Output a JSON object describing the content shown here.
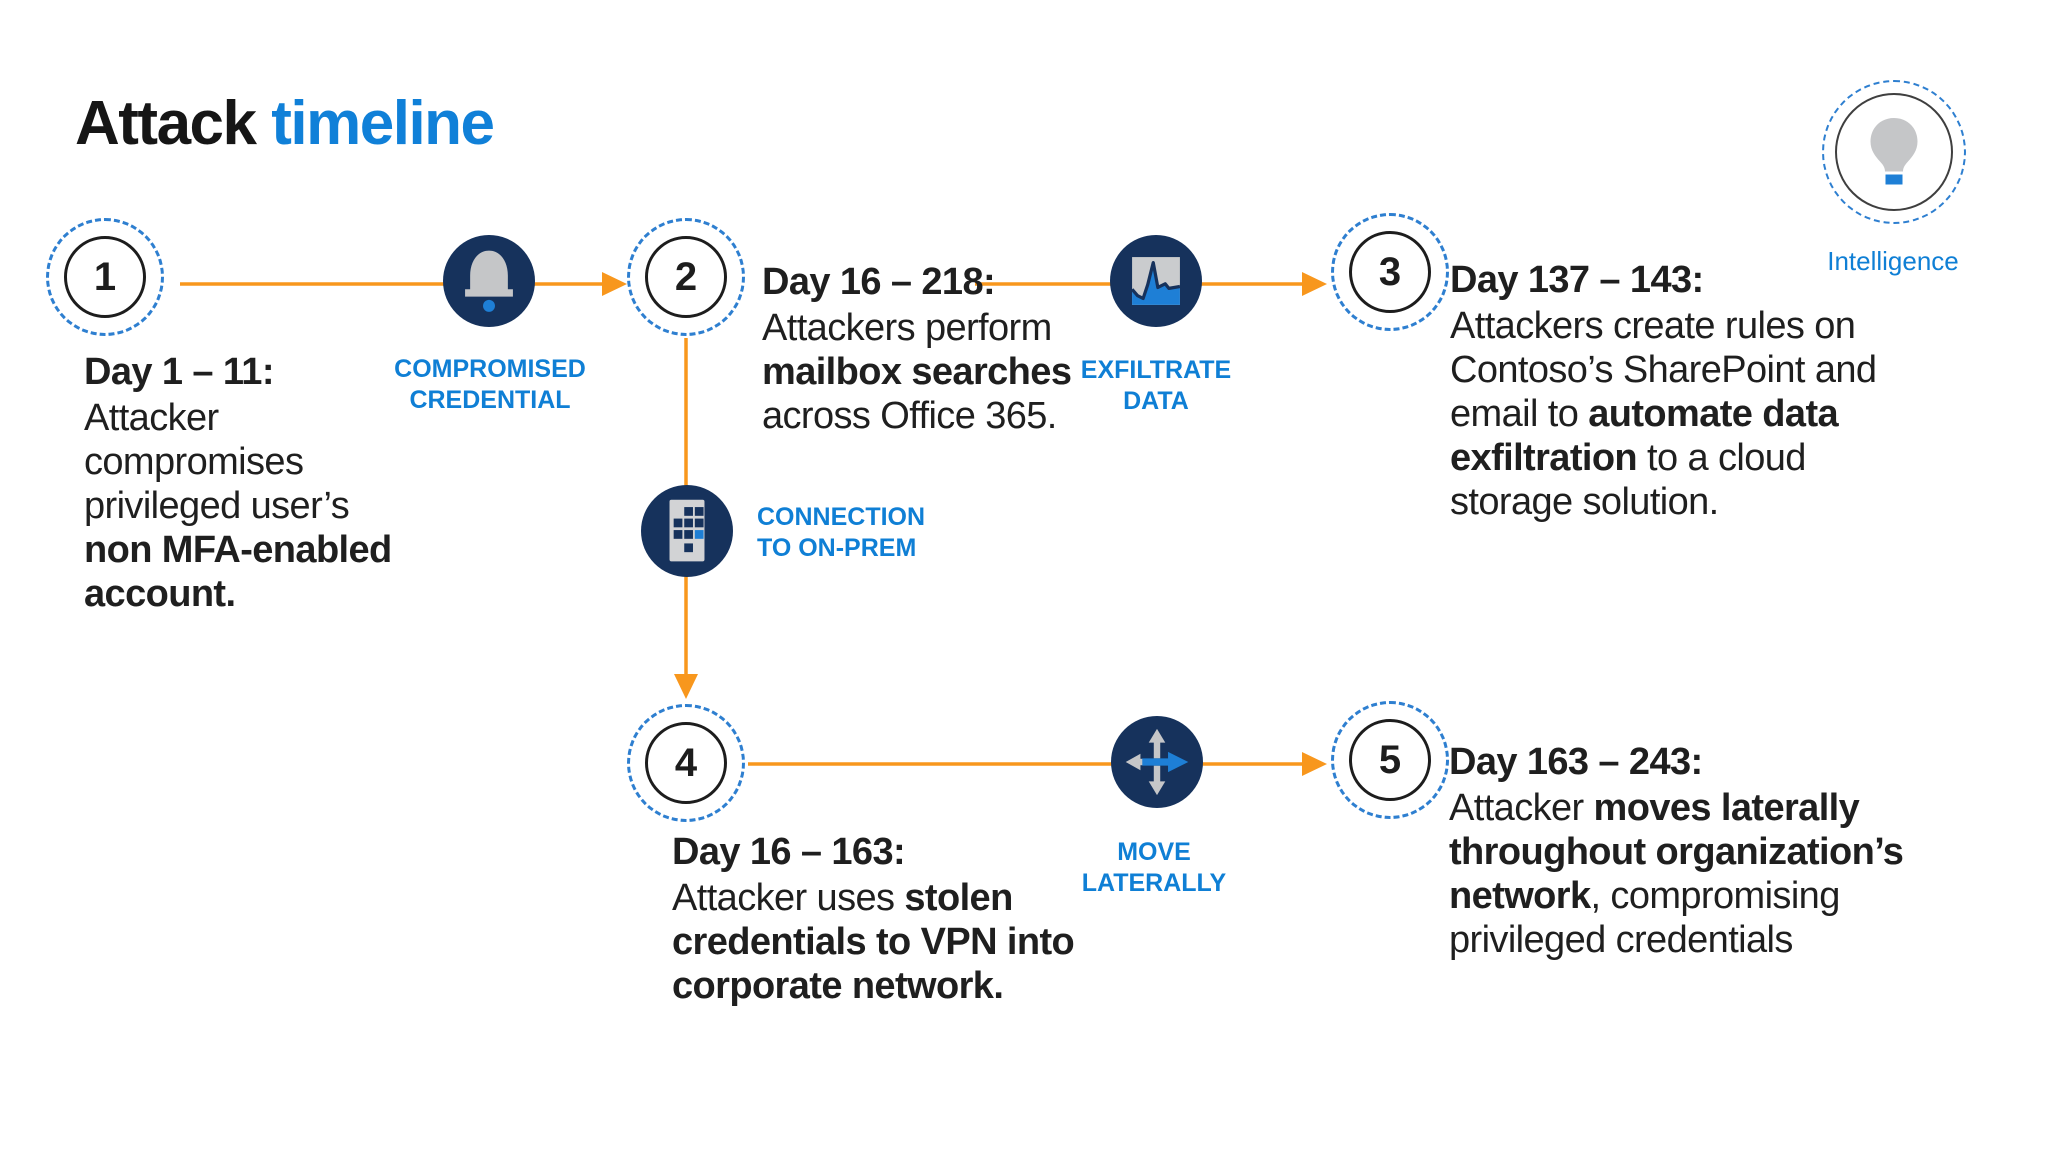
{
  "title": {
    "part1": "Attack ",
    "part2": "timeline"
  },
  "colors": {
    "navy_icon_circle": "#16325c",
    "connector_orange": "#f8971d",
    "node_dashed_blue": "#2e7fd0",
    "label_blue": "#0f7fd5",
    "title_accent_blue": "#1080d8",
    "body_text": "#1d1d1d",
    "icon_gray": "#c5c6c8",
    "icon_accent_blue": "#1e7fd6"
  },
  "nodes": [
    "1",
    "2",
    "3",
    "4",
    "5"
  ],
  "steps": [
    {
      "heading": "Day 1 – 11:",
      "body": [
        {
          "t": "Attacker"
        },
        {
          "br": true
        },
        {
          "t": "compromises"
        },
        {
          "br": true
        },
        {
          "t": "privileged user’s"
        },
        {
          "br": true
        },
        {
          "t": "non MFA-enabled",
          "b": true
        },
        {
          "br": true
        },
        {
          "t": "account.",
          "b": true
        }
      ]
    },
    {
      "heading": "Day 16 – 218:",
      "body": [
        {
          "t": "Attackers perform"
        },
        {
          "br": true
        },
        {
          "t": "mailbox searches",
          "b": true
        },
        {
          "br": true
        },
        {
          "t": "across Office 365."
        }
      ]
    },
    {
      "heading": "Day 137 – 143:",
      "body": [
        {
          "t": "Attackers create rules on"
        },
        {
          "br": true
        },
        {
          "t": "Contoso’s SharePoint and"
        },
        {
          "br": true
        },
        {
          "t": "email to "
        },
        {
          "t": "automate data",
          "b": true
        },
        {
          "br": true
        },
        {
          "t": "exfiltration",
          "b": true
        },
        {
          "t": " to a cloud"
        },
        {
          "br": true
        },
        {
          "t": "storage solution."
        }
      ]
    },
    {
      "heading": "Day 16 – 163:",
      "body": [
        {
          "t": "Attacker uses "
        },
        {
          "t": "stolen",
          "b": true
        },
        {
          "br": true
        },
        {
          "t": "credentials to VPN into",
          "b": true
        },
        {
          "br": true
        },
        {
          "t": "corporate network.",
          "b": true
        }
      ]
    },
    {
      "heading": "Day 163 – 243:",
      "body": [
        {
          "t": "Attacker "
        },
        {
          "t": "moves laterally",
          "b": true
        },
        {
          "br": true
        },
        {
          "t": "throughout organization’s",
          "b": true
        },
        {
          "br": true
        },
        {
          "t": "network",
          "b": true
        },
        {
          "t": ", compromising"
        },
        {
          "br": true
        },
        {
          "t": "privileged credentials"
        }
      ]
    }
  ],
  "labels": {
    "compromised_credential": {
      "line1": "COMPROMISED",
      "line2": "CREDENTIAL"
    },
    "exfiltrate_data": {
      "line1": "EXFILTRATE",
      "line2": "DATA"
    },
    "connection_on_prem": {
      "line1": "CONNECTION",
      "line2": "TO ON-PREM"
    },
    "move_laterally": {
      "line1": "MOVE",
      "line2": "LATERALLY"
    }
  },
  "intelligence": {
    "label": "Intelligence"
  }
}
